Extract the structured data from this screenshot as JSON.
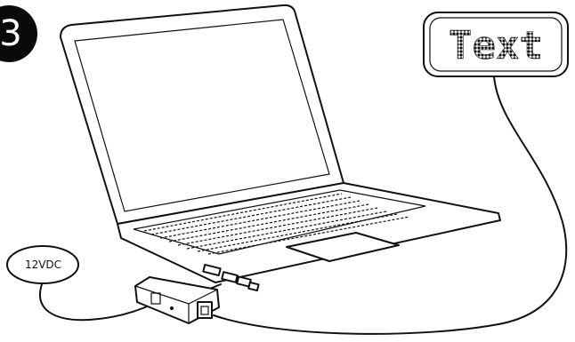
{
  "step_number": "3",
  "display_sign": {
    "text": "Text"
  },
  "power_supply": {
    "label": "12VDC"
  }
}
